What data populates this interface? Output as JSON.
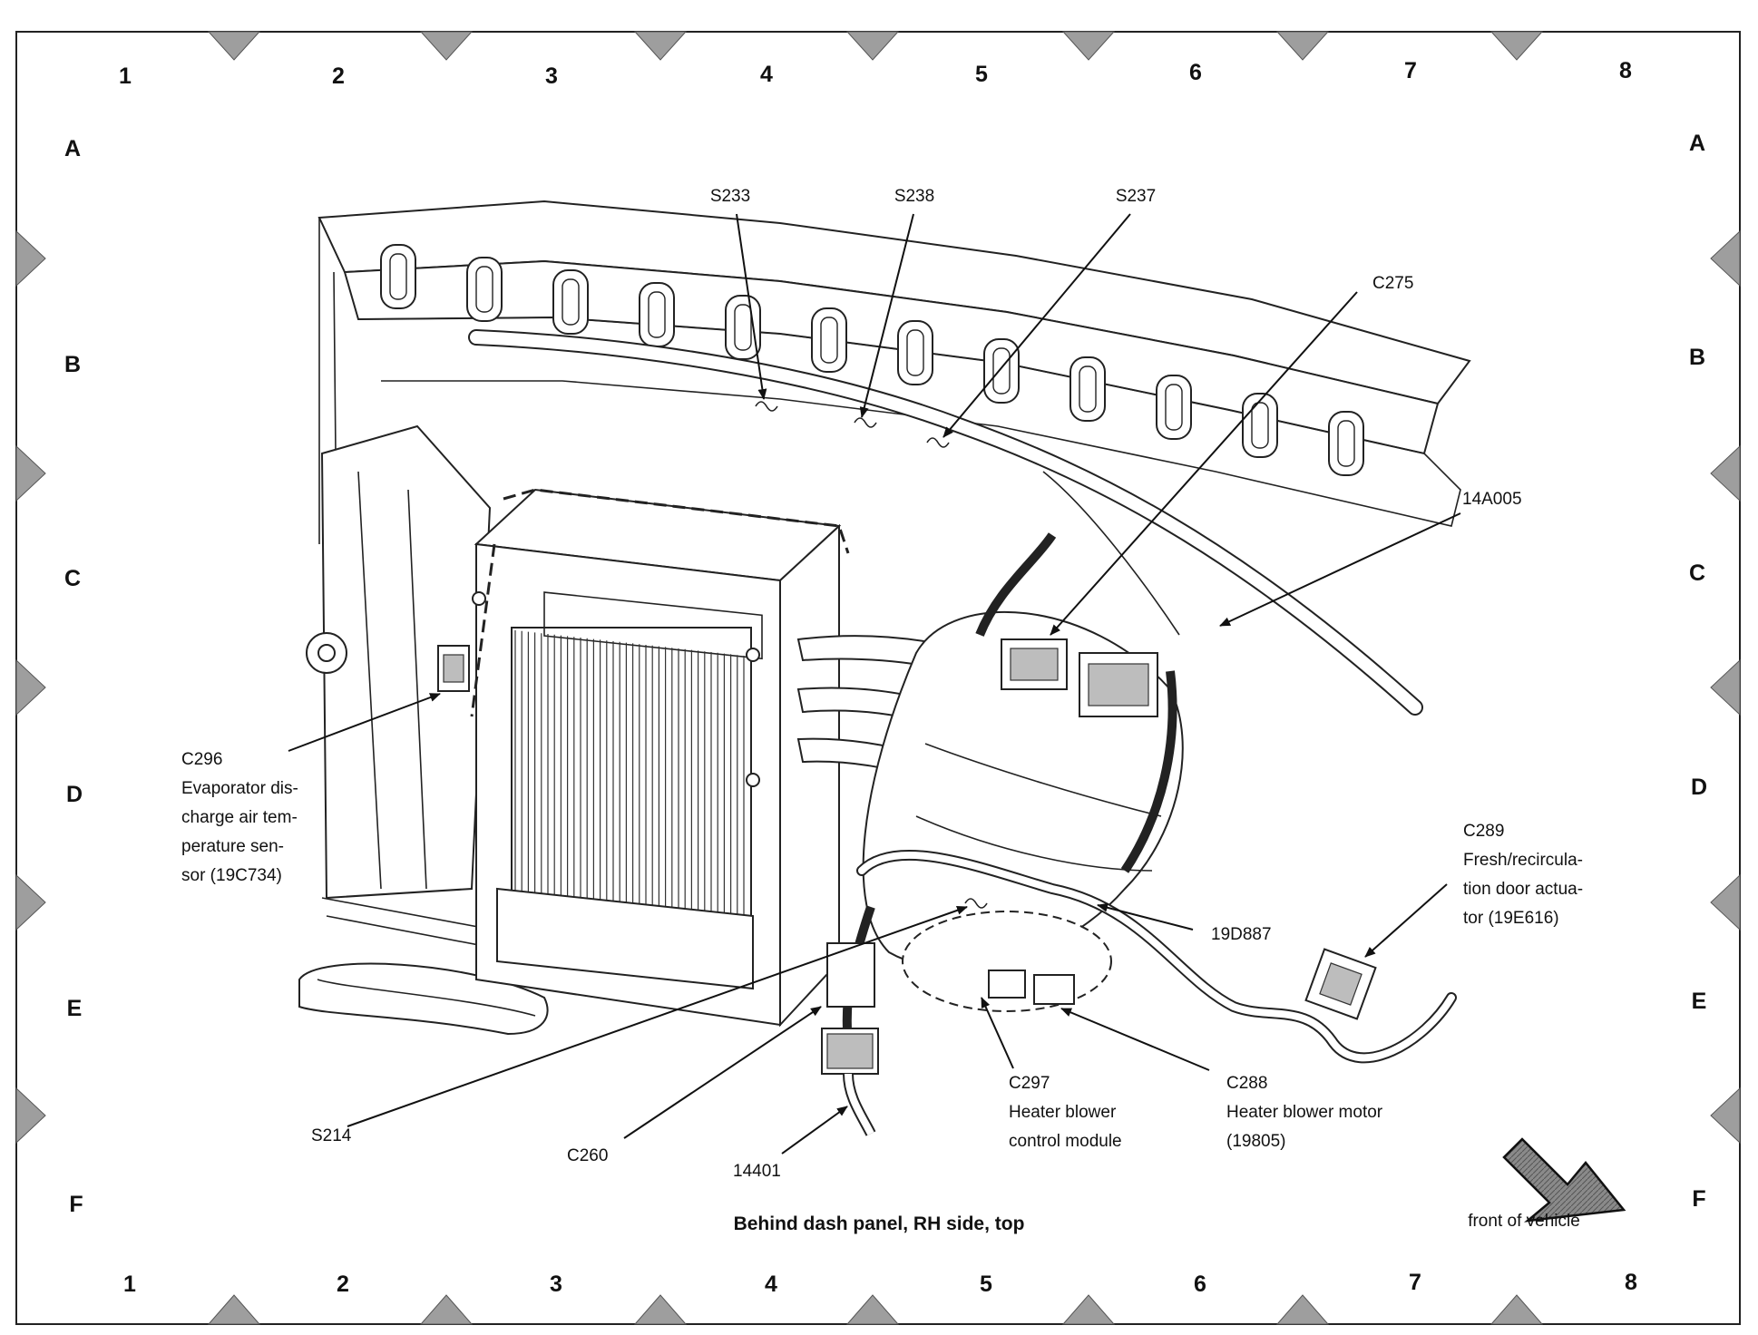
{
  "caption": "Behind dash panel, RH side, top",
  "orientation_label": "front of vehicle",
  "grid": {
    "columns": [
      "1",
      "2",
      "3",
      "4",
      "5",
      "6",
      "7",
      "8"
    ],
    "rows": [
      "A",
      "B",
      "C",
      "D",
      "E",
      "F"
    ]
  },
  "callouts": {
    "s233": "S233",
    "s238": "S238",
    "s237": "S237",
    "c275": "C275",
    "h14a005": "14A005",
    "c296": [
      "C296",
      "Evaporator dis-",
      "charge air tem-",
      "perature sen-",
      "sor (19C734)"
    ],
    "c289": [
      "C289",
      "Fresh/recircula-",
      "tion door actua-",
      "tor (19E616)"
    ],
    "h19d887": "19D887",
    "s214": "S214",
    "c260": "C260",
    "h14401": "14401",
    "c297": [
      "C297",
      "Heater blower",
      "control module"
    ],
    "c288": [
      "C288",
      "Heater blower motor",
      "(19805)"
    ]
  },
  "colors": {
    "ink": "#111111",
    "marker": "#9e9e9e"
  }
}
